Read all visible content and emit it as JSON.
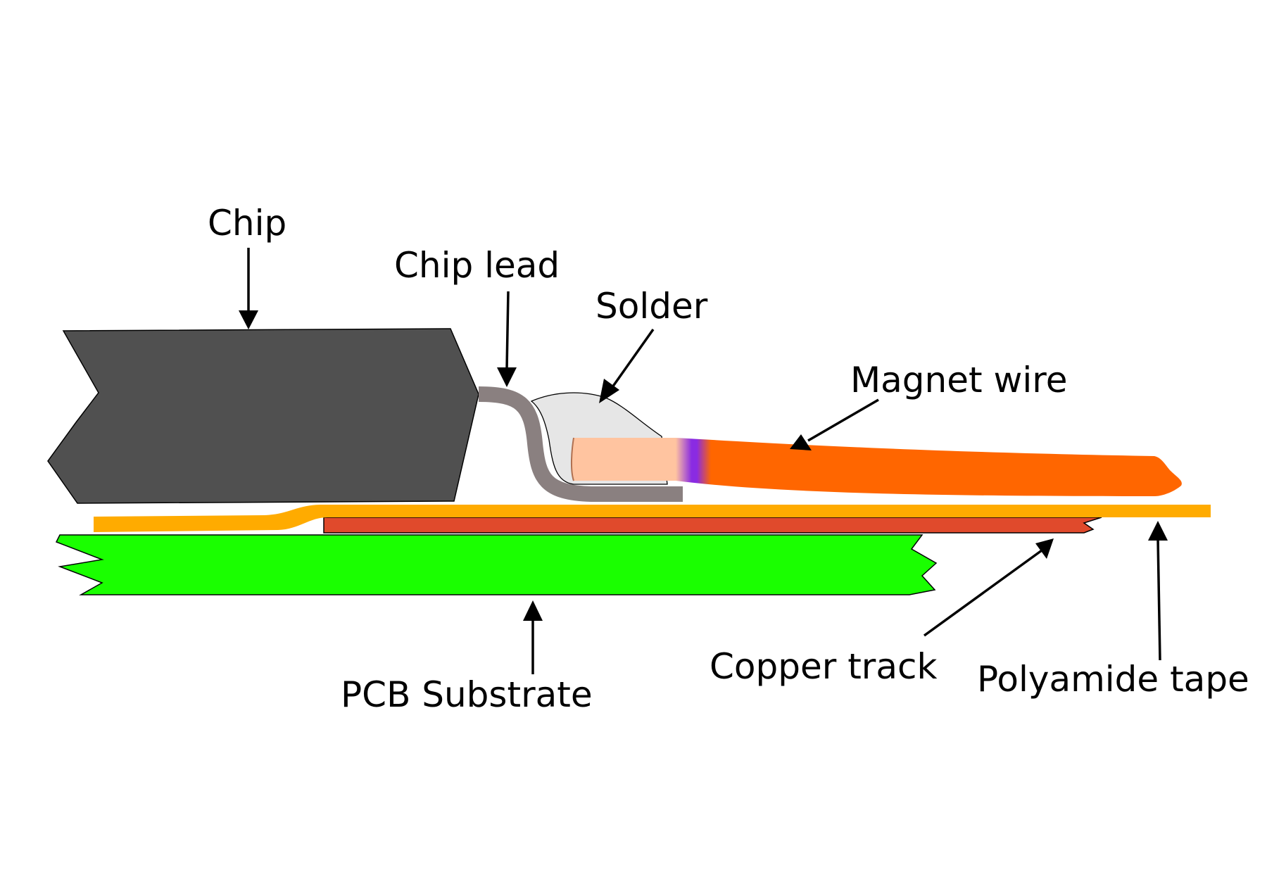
{
  "labels": {
    "chip": "Chip",
    "chip_lead": "Chip lead",
    "solder": "Solder",
    "magnet_wire": "Magnet wire",
    "pcb_substrate": "PCB Substrate",
    "copper_track": "Copper track",
    "polyamide_tape": "Polyamide tape"
  },
  "colors": {
    "chip": "#505050",
    "chip_lead": "#8a8080",
    "solder": "#e6e6e6",
    "wire_insulation": "#ff6600",
    "wire_bare_copper": "#ffc4a0",
    "wire_burn_band": "#8a2be2",
    "pcb_substrate": "#1aff00",
    "copper_track": "#e04a2c",
    "polyamide_tape": "#ffab00",
    "arrows": "#000000"
  }
}
